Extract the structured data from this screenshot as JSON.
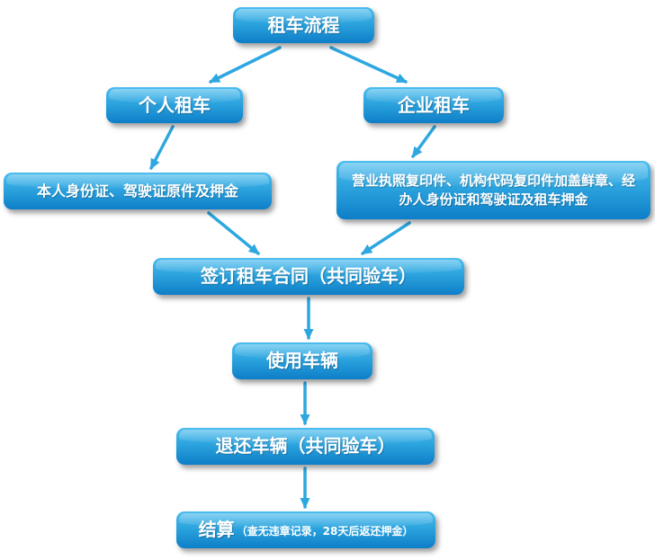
{
  "flowchart": {
    "title": "租车流程",
    "nodes": {
      "start": {
        "label": "租车流程"
      },
      "personal": {
        "label": "个人租车"
      },
      "enterprise": {
        "label": "企业租车"
      },
      "personal_req": {
        "label": "本人身份证、驾驶证原件及押金"
      },
      "enterprise_req": {
        "label": "营业执照复印件、机构代码复印件加盖鲜章、经办人身份证和驾驶证及租车押金"
      },
      "contract": {
        "label": "签订租车合同（共同验车）"
      },
      "use": {
        "label": "使用车辆"
      },
      "return": {
        "label": "退还车辆（共同验车）"
      },
      "settle": {
        "label": "结算",
        "note": "（查无违章记录，28天后返还押金）"
      }
    },
    "edges": [
      {
        "from": "start",
        "to": "personal"
      },
      {
        "from": "start",
        "to": "enterprise"
      },
      {
        "from": "personal",
        "to": "personal_req"
      },
      {
        "from": "enterprise",
        "to": "enterprise_req"
      },
      {
        "from": "personal_req",
        "to": "contract"
      },
      {
        "from": "enterprise_req",
        "to": "contract"
      },
      {
        "from": "contract",
        "to": "use"
      },
      {
        "from": "use",
        "to": "return"
      },
      {
        "from": "return",
        "to": "settle"
      }
    ]
  },
  "colors": {
    "box_top": "#4cbdee",
    "box_mid": "#2aa2dd",
    "box_bottom": "#0e7ec8",
    "arrow": "#2ea7e0",
    "text": "#ffffff",
    "bg": "#ffffff"
  }
}
